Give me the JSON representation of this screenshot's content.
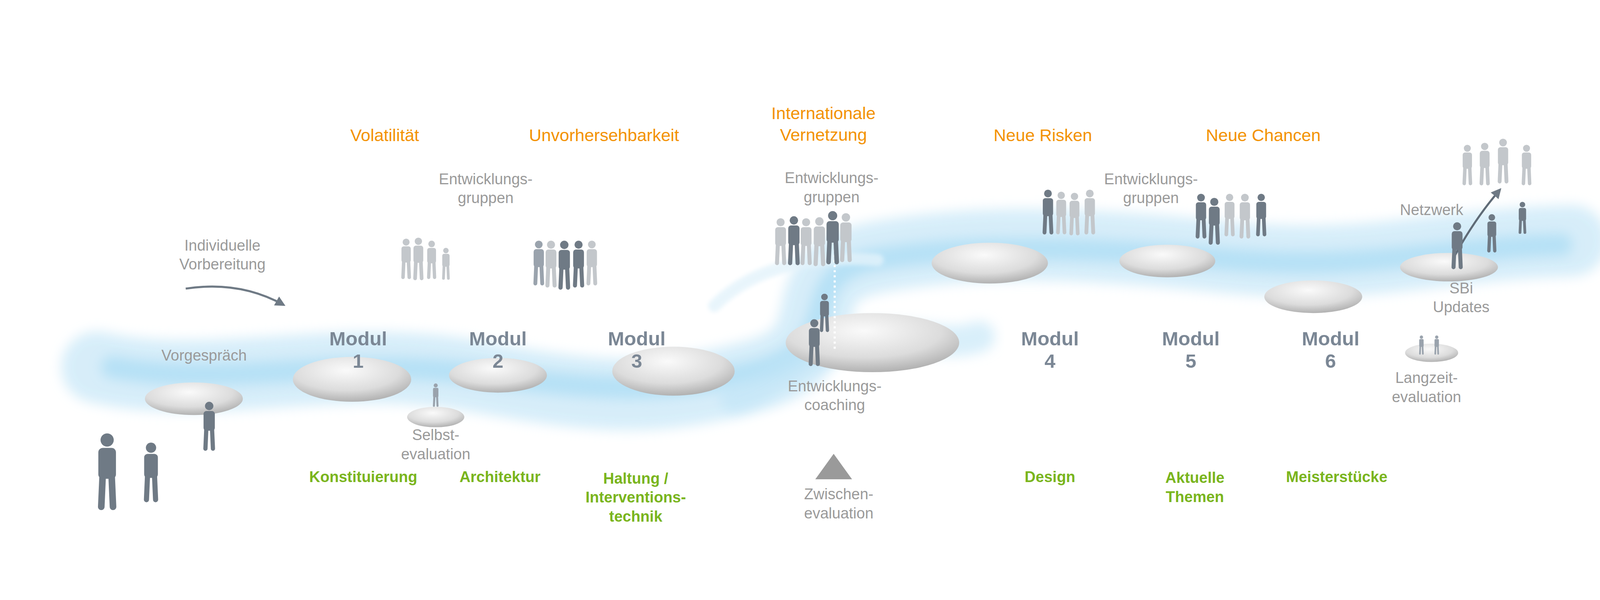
{
  "diagram": {
    "labels": [
      "Volatilität",
      "Unvorhersehbarkeit",
      "Internationale Vernetzung",
      "Neue Risken",
      "Neue Chancen",
      "Individuelle Vorbereitung",
      "Entwicklungs- gruppen",
      "Entwicklungs- gruppen",
      "Entwicklungs- gruppen",
      "Netzwerk",
      "Vorgespräch",
      "Modul 1",
      "Modul 2",
      "Modul 3",
      "Entwicklungs- coaching",
      "Modul 4",
      "Modul 5",
      "Modul 6",
      "SBi Updates",
      "Langzeit- evaluation",
      "Selbst- evaluation",
      "Konstituierung",
      "Architektur",
      "Haltung / Interventions- technik",
      "Zwischen- evaluation",
      "Design",
      "Aktuelle Themen",
      "Meisterstücke"
    ]
  }
}
